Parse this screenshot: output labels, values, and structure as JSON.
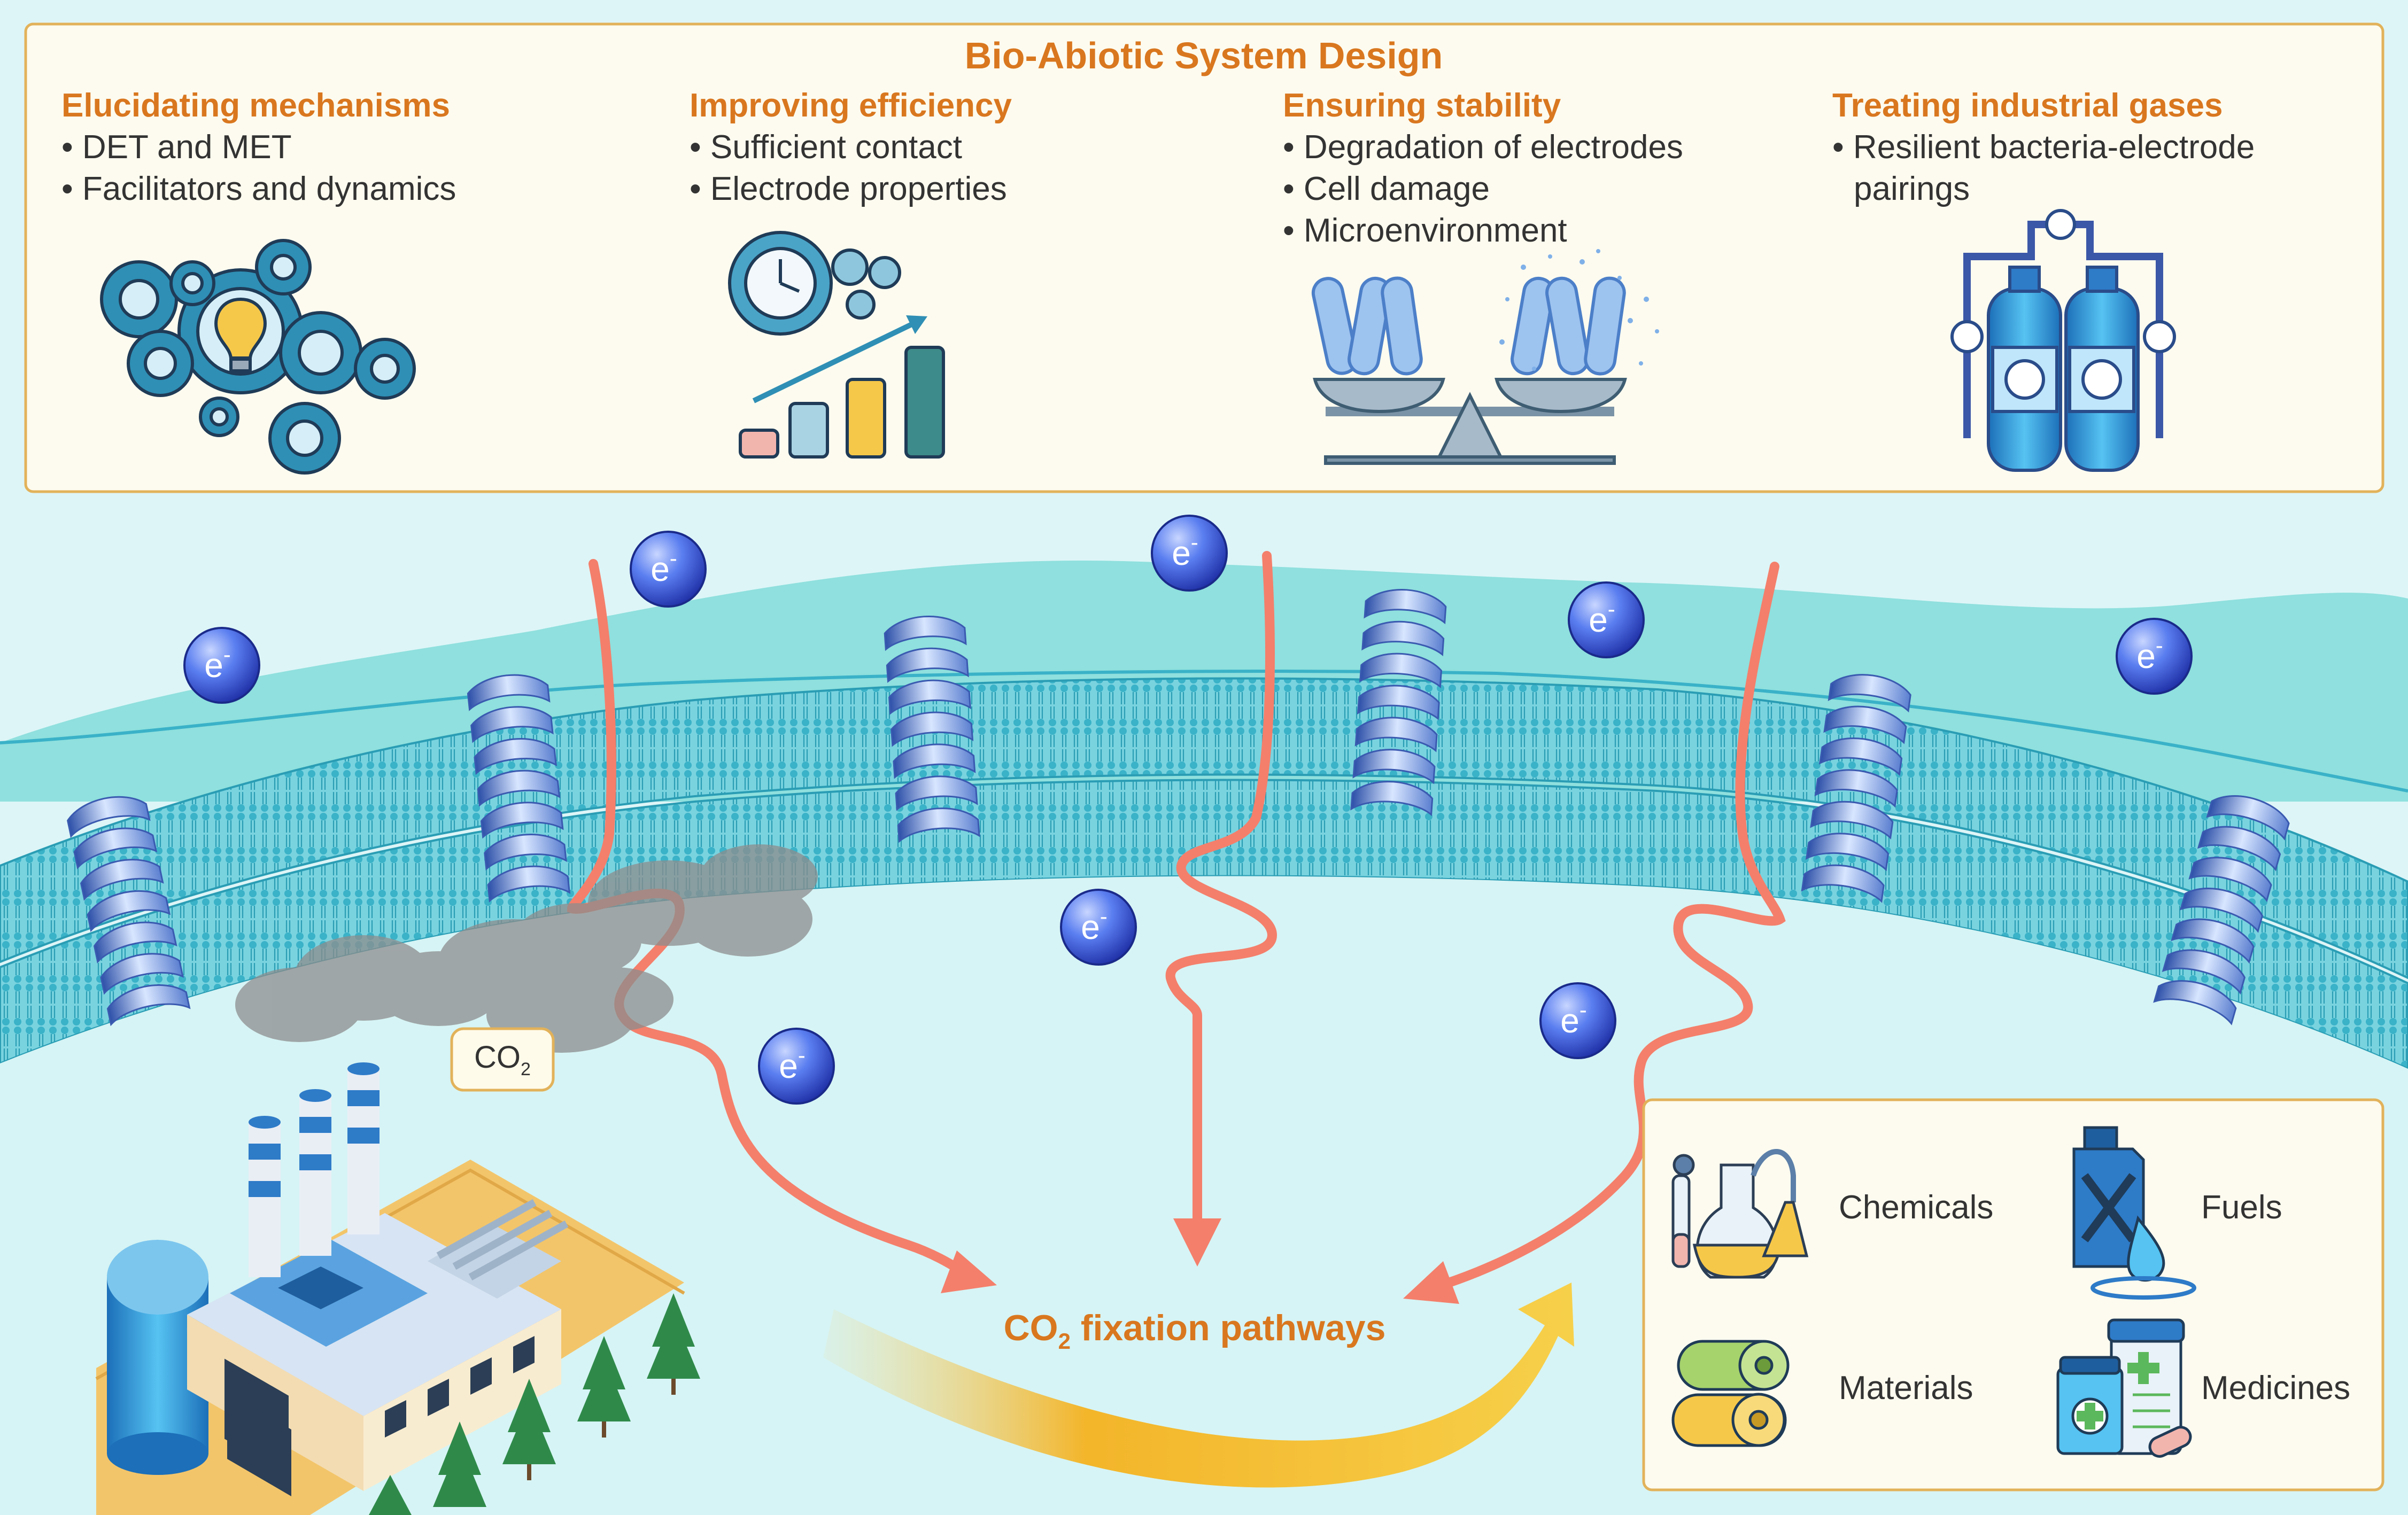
{
  "design_panel": {
    "title": "Bio-Abiotic System Design",
    "columns": [
      {
        "heading": "Elucidating mechanisms",
        "bullets": [
          "• DET and MET",
          "• Facilitators and dynamics"
        ],
        "icon": "gears-lightbulb-icon"
      },
      {
        "heading": "Improving efficiency",
        "bullets": [
          "• Sufficient contact",
          "• Electrode properties"
        ],
        "icon": "clock-bar-chart-icon"
      },
      {
        "heading": "Ensuring stability",
        "bullets": [
          "• Degradation of electrodes",
          "• Cell damage",
          "• Microenvironment"
        ],
        "icon": "balance-scale-bacteria-icon"
      },
      {
        "heading": "Treating industrial gases",
        "bullets": [
          "• Resilient bacteria-electrode",
          "pairings"
        ],
        "icon": "gas-cylinders-icon"
      }
    ]
  },
  "electron": {
    "symbol": "e",
    "superscript": "-"
  },
  "co2_label": {
    "main": "CO",
    "sub": "2"
  },
  "pathway_label": {
    "main": "CO",
    "sub": "2",
    "rest": " fixation pathways"
  },
  "products": [
    {
      "label": "Chemicals",
      "icon": "lab-flasks-icon"
    },
    {
      "label": "Fuels",
      "icon": "fuel-canister-icon"
    },
    {
      "label": "Materials",
      "icon": "material-rolls-icon"
    },
    {
      "label": "Medicines",
      "icon": "medicine-bottles-icon"
    }
  ],
  "colors": {
    "heading_orange": "#d9771f",
    "panel_border": "#e2b25a",
    "panel_fill": "#fdfbef",
    "arrow_salmon": "#f47f6b",
    "electron_blue": "#3f5fd6",
    "membrane": "#5ec7d6",
    "extracellular": "#8fe0de"
  }
}
